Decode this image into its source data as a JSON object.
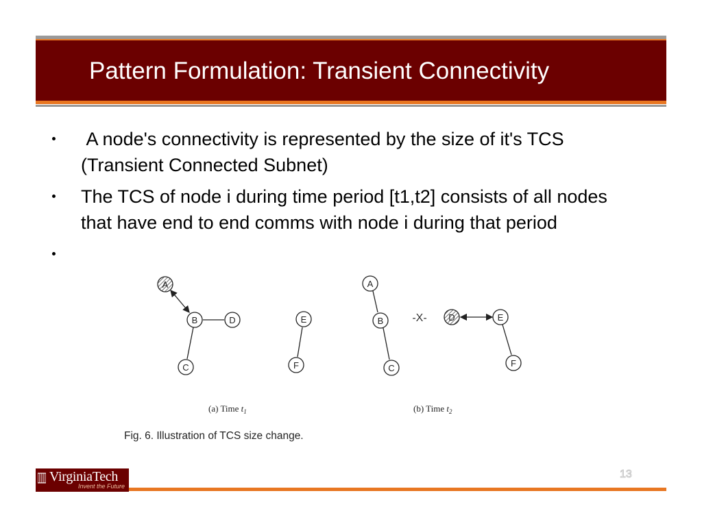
{
  "slide": {
    "title": "Pattern Formulation: Transient Connectivity",
    "bullets": [
      " A node's connectivity is represented by the size of it's TCS (Transient Connected Subnet)",
      "The TCS of node i during time period [t1,t2] consists of all nodes that have end to end comms with node i during that period",
      ""
    ],
    "page_number": "13"
  },
  "figure": {
    "nodes": {
      "a": "A",
      "b": "B",
      "c": "C",
      "d": "D",
      "e": "E",
      "f": "F"
    },
    "broken_link": "-X-",
    "caption_a": "(a) Time ",
    "caption_b": "(b) Time ",
    "t": "t",
    "sub1": "1",
    "sub2": "2",
    "fig_caption": "Fig. 6. Illustration of TCS size change."
  },
  "footer": {
    "logo_name": "VirginiaTech",
    "logo_tagline": "Invent the Future"
  },
  "colors": {
    "title_bar": "#6b0000",
    "accent": "#e87722"
  }
}
